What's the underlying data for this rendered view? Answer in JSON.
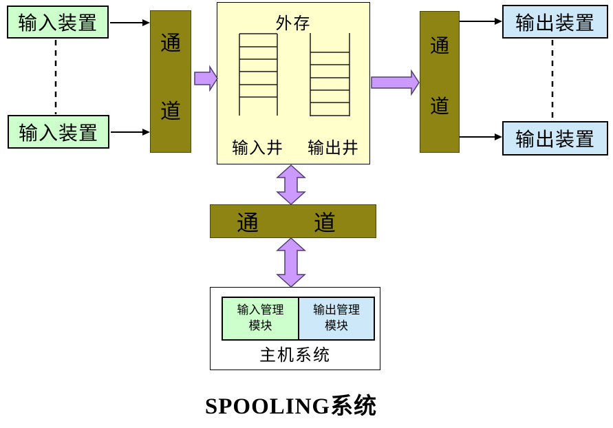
{
  "diagram": {
    "title": "SPOOLING系统"
  },
  "colors": {
    "input_device_bg": "#ccffcc",
    "output_device_bg": "#cde8f8",
    "channel_bg": "#8e8414",
    "spool_bg": "#ffffcc",
    "block_arrow_fill": "#cc99ff",
    "block_arrow_outline": "#4d3f6b"
  },
  "input_devices": [
    {
      "label": "输入装置"
    },
    {
      "label": "输入装置"
    }
  ],
  "output_devices": [
    {
      "label": "输出装置"
    },
    {
      "label": "输出装置"
    }
  ],
  "channels": {
    "left": {
      "top": "通",
      "bottom": "道"
    },
    "right": {
      "top": "通",
      "bottom": "道"
    },
    "horizontal": {
      "left": "通",
      "right": "道"
    }
  },
  "spool": {
    "label": "外存",
    "input_well": "输入井",
    "output_well": "输出井"
  },
  "host": {
    "label": "主机系统",
    "input_module_line1": "输入管理",
    "input_module_line2": "模块",
    "output_module_line1": "输出管理",
    "output_module_line2": "模块"
  }
}
